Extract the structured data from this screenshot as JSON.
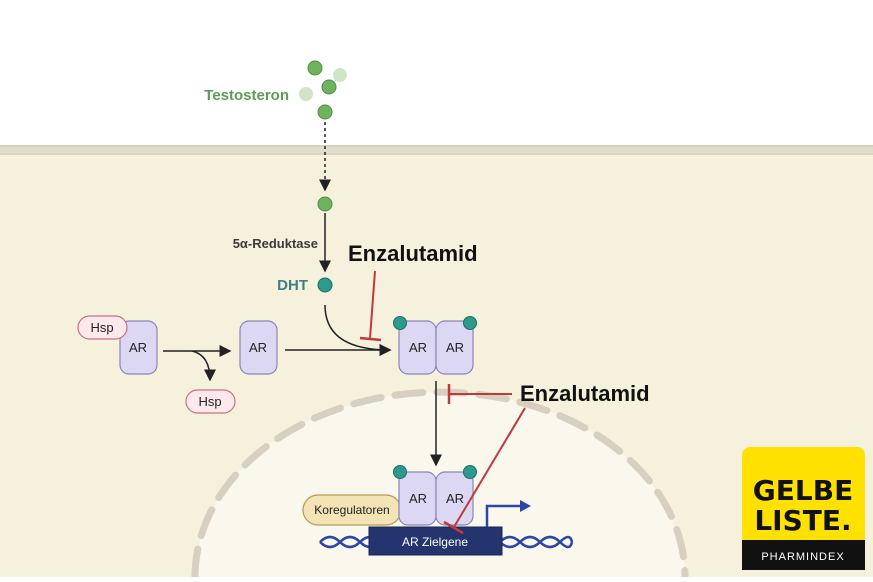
{
  "labels": {
    "testosteron": "Testosteron",
    "reductase": "5α-Reduktase",
    "dht": "DHT",
    "drug_top": "Enzalutamid",
    "drug_mid": "Enzalutamid",
    "hsp_bound": "Hsp",
    "hsp_free": "Hsp",
    "ar_1": "AR",
    "ar_2": "AR",
    "ar_dimer_a": "AR",
    "ar_dimer_b": "AR",
    "ar_nuc_a": "AR",
    "ar_nuc_b": "AR",
    "koregulatoren": "Koregulatoren",
    "gene": "AR Zielgene"
  },
  "logo": {
    "line1": "GELBE",
    "line2": "LISTE.",
    "line3": "PHARMINDEX"
  },
  "colors": {
    "cytoplasm": "#f6f1dc",
    "membrane": "#e2dccb",
    "ar_fill": "#dcd8f4",
    "ar_stroke": "#8a84b8",
    "hsp_fill": "#fde8ec",
    "hsp_stroke": "#c8707e",
    "inhibitor": "#c0393b",
    "dna": "#2c45a8",
    "gene_box": "#24346f",
    "logo_yellow": "#ffe100"
  }
}
